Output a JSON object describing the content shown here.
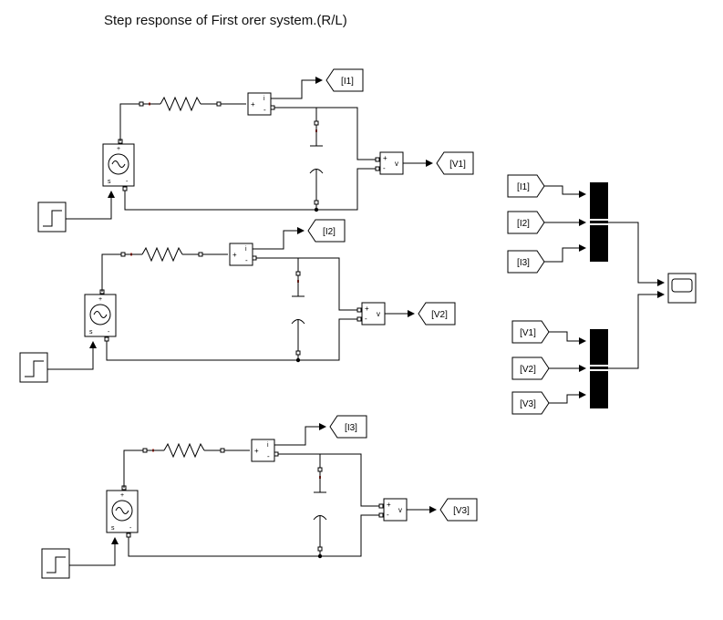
{
  "title": "Step response of First orer system.(R/L)",
  "circuits": [
    {
      "current_tag": "[I1]",
      "voltage_tag": "[V1]"
    },
    {
      "current_tag": "[I2]",
      "voltage_tag": "[V2]"
    },
    {
      "current_tag": "[I3]",
      "voltage_tag": "[V3]"
    }
  ],
  "from_tags": {
    "currents": [
      "[I1]",
      "[I2]",
      "[I3]"
    ],
    "voltages": [
      "[V1]",
      "[V2]",
      "[V3]"
    ]
  },
  "sensor_labels": {
    "current": "i",
    "voltage": "v",
    "plus": "+",
    "minus": "-"
  },
  "source_terminal_labels": {
    "s": "s",
    "minus": "-",
    "plus": "+"
  },
  "colors": {
    "line": "#000000",
    "port_dot": "#c0392b",
    "bus_bar": "#000000"
  },
  "icons": [
    "step-icon",
    "ac-source-icon",
    "resistor-icon",
    "inductor-icon",
    "scope-icon",
    "mux-icon"
  ]
}
